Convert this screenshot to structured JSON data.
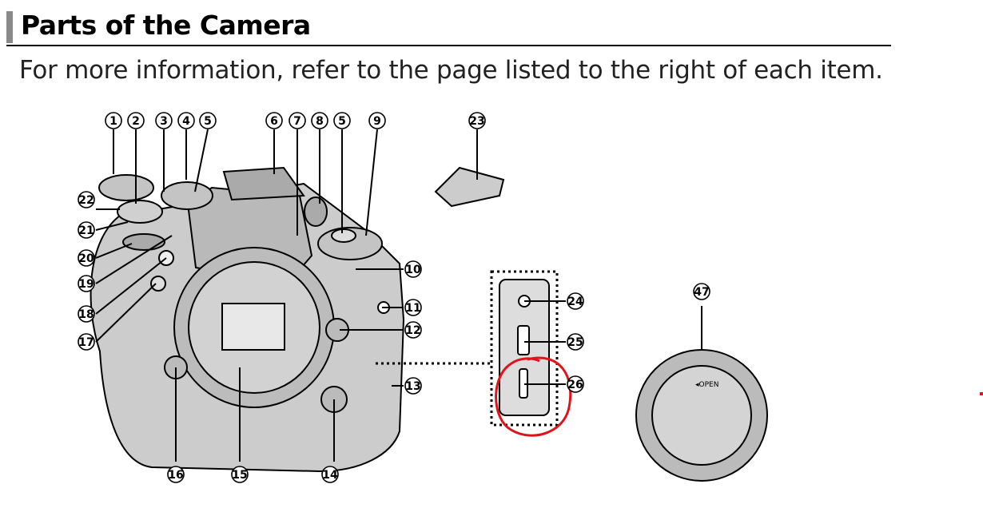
{
  "page": {
    "title": "Parts of the Camera",
    "subtitle": "For more information, refer to the page listed to the right of each item."
  },
  "diagram": {
    "callouts": [
      "1",
      "2",
      "3",
      "4",
      "5",
      "6",
      "7",
      "8",
      "5",
      "9",
      "23",
      "22",
      "21",
      "20",
      "19",
      "18",
      "17",
      "10",
      "11",
      "12",
      "13",
      "24",
      "25",
      "26",
      "47",
      "16",
      "15",
      "14"
    ],
    "cap_text": "◂OPEN",
    "annotation_color": "#e0131b"
  }
}
